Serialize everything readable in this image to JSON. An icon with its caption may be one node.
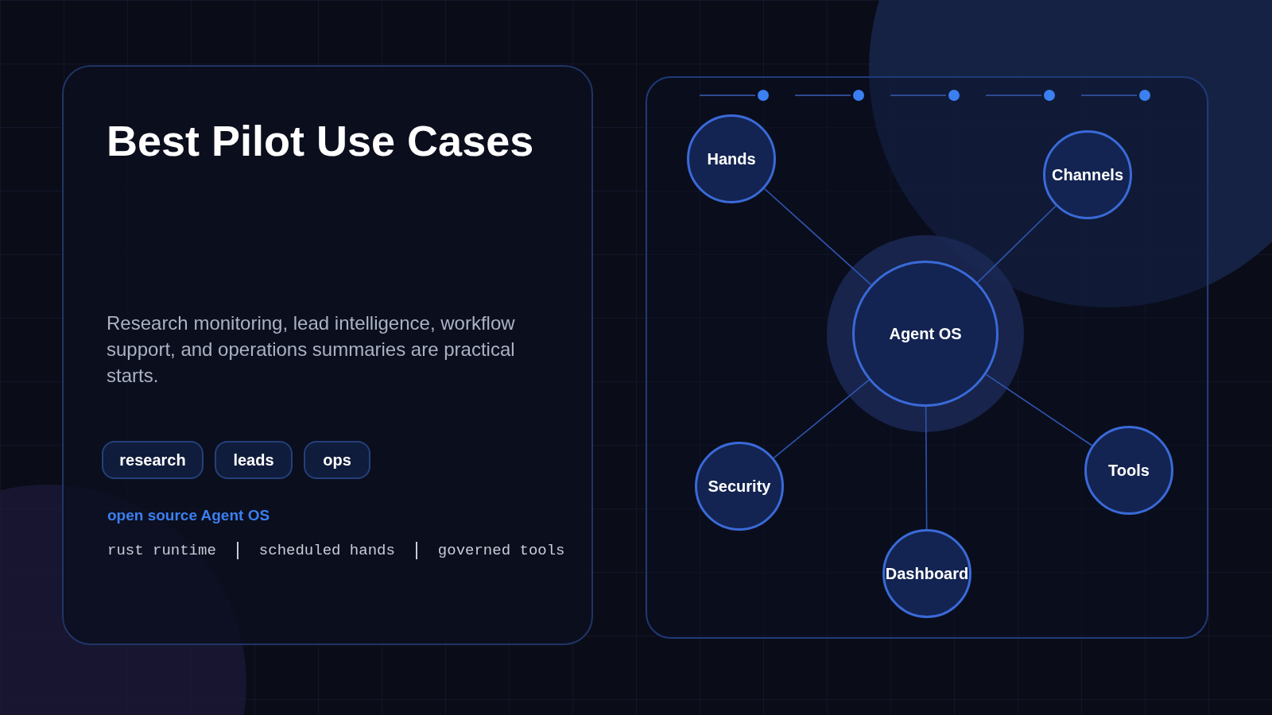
{
  "diagram": {
    "title": "Best Pilot Use Cases",
    "nodes": [
      {
        "text": [
          "research"
        ]
      },
      {
        "text": [
          "leads"
        ]
      },
      {
        "text": [
          "ops"
        ]
      },
      {
        "text": [
          "Hands"
        ]
      },
      {
        "text": [
          "Channels"
        ]
      },
      {
        "text": [
          "Agent OS"
        ]
      },
      {
        "text": [
          "Security"
        ]
      },
      {
        "text": [
          "Tools"
        ]
      },
      {
        "text": [
          "Dashboard"
        ]
      }
    ],
    "edges": [
      {
        "from": 5,
        "to": 3,
        "arrow": "none"
      },
      {
        "from": 5,
        "to": 4,
        "arrow": "none"
      },
      {
        "from": 5,
        "to": 6,
        "arrow": "none"
      },
      {
        "from": 5,
        "to": 7,
        "arrow": "none"
      },
      {
        "from": 5,
        "to": 8,
        "arrow": "none"
      }
    ],
    "labels": [
      "Research monitoring, lead intelligence, workflow support, and operations summaries are practical starts.",
      "open source Agent OS",
      "rust runtime",
      "scheduled hands",
      "governed tools"
    ]
  }
}
